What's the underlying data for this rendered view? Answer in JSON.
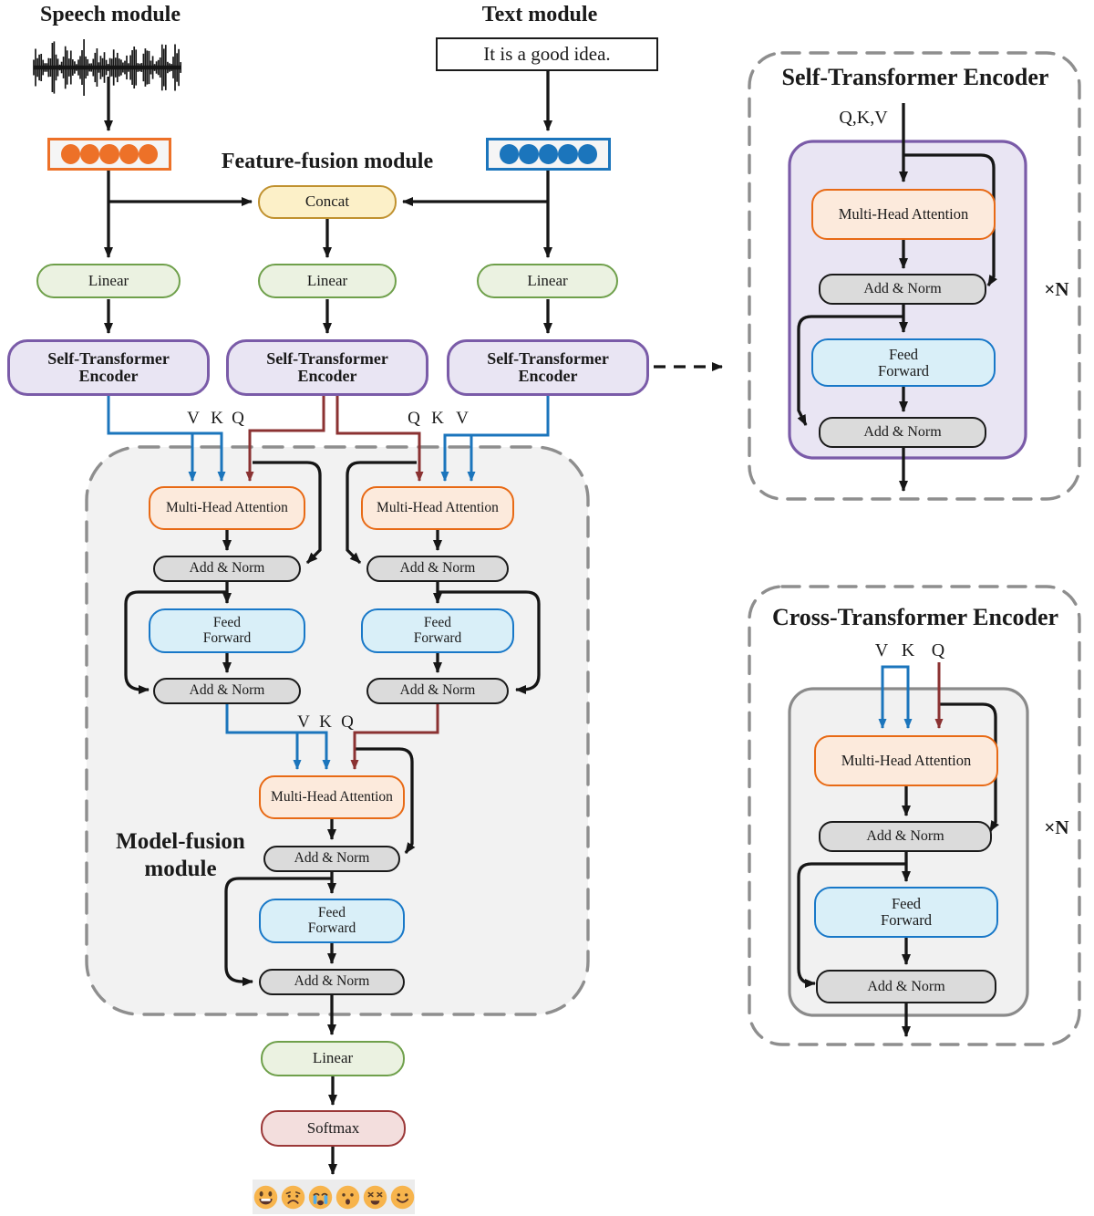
{
  "headers": {
    "speech_module": "Speech module",
    "text_module": "Text module",
    "feature_fusion_module": "Feature-fusion module",
    "model_fusion_line1": "Model-fusion",
    "model_fusion_line2": "module",
    "self_transformer_panel": "Self-Transformer Encoder",
    "cross_transformer_panel": "Cross-Transformer Encoder"
  },
  "text_input": {
    "sentence": "It is a good idea."
  },
  "labels": {
    "concat": "Concat",
    "linear": "Linear",
    "softmax": "Softmax",
    "self_transformer": "Self-Transformer",
    "encoder": "Encoder",
    "multi_head_attention": "Multi-Head Attention",
    "add_norm": "Add & Norm",
    "feed": "Feed",
    "forward": "Forward",
    "v": "V",
    "k": "K",
    "q": "Q",
    "qkv": "Q,K,V",
    "times_n": "×N"
  },
  "output_emojis": [
    "laughing",
    "sad",
    "crying",
    "surprised",
    "angry",
    "smiling"
  ],
  "colors": {
    "speech_feature_dot": "#ED7128",
    "text_feature_dot": "#1B75BC",
    "attention_border": "#E86A15",
    "encoder_border": "#7A5BA8",
    "linear_border": "#6FA04B",
    "concat_border": "#C0912F",
    "feed_forward_border": "#1878C8",
    "softmax_border": "#9B3838",
    "value_key_arrow": "#1B75BC",
    "query_arrow": "#8B3232",
    "dashed_border": "#8E8E8E"
  }
}
